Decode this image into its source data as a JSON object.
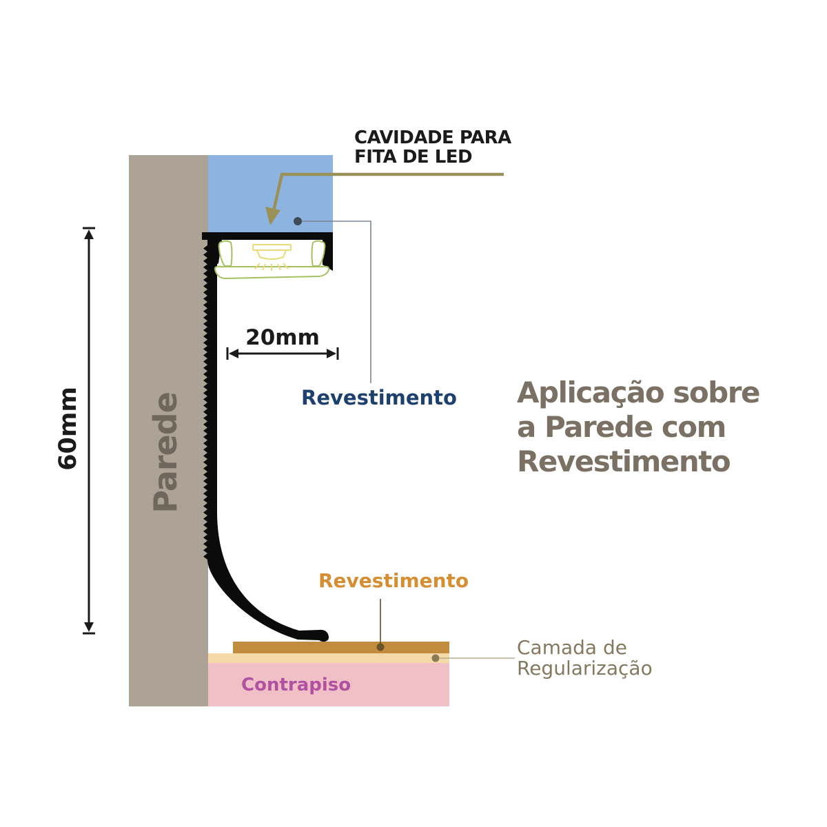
{
  "labels": {
    "led_callout_line1": "CAVIDADE PARA",
    "led_callout_line2": "FITA DE LED",
    "width_dimension": "20mm",
    "height_dimension": "60mm",
    "wall": "Parede",
    "wall_cladding": "Revestimento",
    "floor_cladding": "Revestimento",
    "screed": "Contrapiso",
    "leveling_line1": "Camada de",
    "leveling_line2": "Regularização",
    "title_line1": "Aplicação sobre",
    "title_line2": "a Parede com",
    "title_line3": "Revestimento"
  },
  "colors": {
    "wall": "#ACA295",
    "cladding_blue": "#8DB3E0",
    "profile_black": "#0B0B0B",
    "led_outline_green": "#A6C05F",
    "led_yellow": "#E9DC76",
    "floor_cladding_orange": "#C28C3F",
    "leveling_beige": "#F5DAA8",
    "screed_pink": "#F0C0C6",
    "wall_label_gray": "#6F675C",
    "cladding_label_blue": "#1E406E",
    "floor_cladding_label_orange": "#D68E33",
    "screed_label_magenta": "#B151A1",
    "leveling_label_brown": "#84795E",
    "title_brown": "#7A7164",
    "arrow_olive": "#9A9158",
    "leader_gray": "#7F8691",
    "leader_dot_dark": "#404B59",
    "leader_brown": "#5F4A26",
    "leader_dot_brown": "#6B5227",
    "leader_dot_tan": "#8A7A55",
    "leader_line_tan": "#B3AB90",
    "dimension_black": "#1b1b1b"
  }
}
